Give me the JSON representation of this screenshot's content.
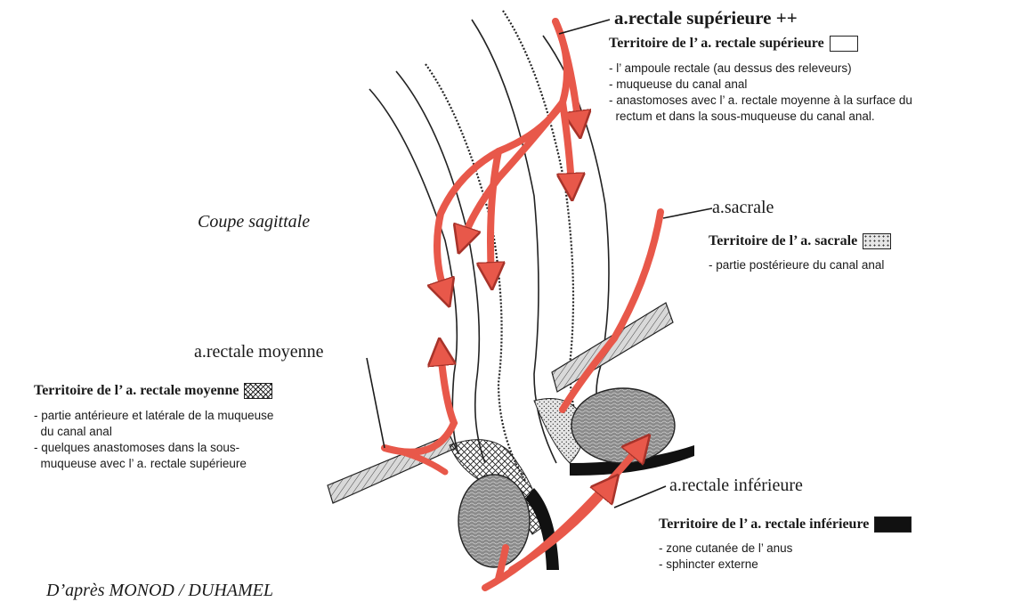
{
  "colors": {
    "artery": "#e8584a",
    "artery_edge": "#a8332a",
    "ink": "#1a1a1a",
    "inferior_territory": "#111111"
  },
  "sagittal_label": "Coupe sagittale",
  "credit": "D’après MONOD / DUHAMEL",
  "superior": {
    "label": "a.rectale supérieure ++",
    "territory_title": "Territoire de l’ a. rectale supérieure",
    "items": [
      "- l’ ampoule rectale (au dessus des releveurs)",
      "- muqueuse du canal anal",
      "- anastomoses avec l’ a. rectale moyenne à la surface du",
      "  rectum et dans la sous-muqueuse du canal anal."
    ]
  },
  "sacral": {
    "label": "a.sacrale",
    "territory_title": "Territoire de l’ a. sacrale",
    "items": [
      "- partie postérieure du canal anal"
    ]
  },
  "middle": {
    "label": "a.rectale moyenne",
    "territory_title": "Territoire de l’ a. rectale moyenne",
    "items": [
      "- partie antérieure et latérale de la muqueuse",
      "  du canal anal",
      "- quelques anastomoses dans la sous-",
      "  muqueuse avec l’ a. rectale supérieure"
    ]
  },
  "inferior": {
    "label": "a.rectale inférieure",
    "territory_title": "Territoire de l’ a. rectale inférieure",
    "items": [
      "- zone cutanée de l’ anus",
      "- sphincter externe"
    ]
  }
}
